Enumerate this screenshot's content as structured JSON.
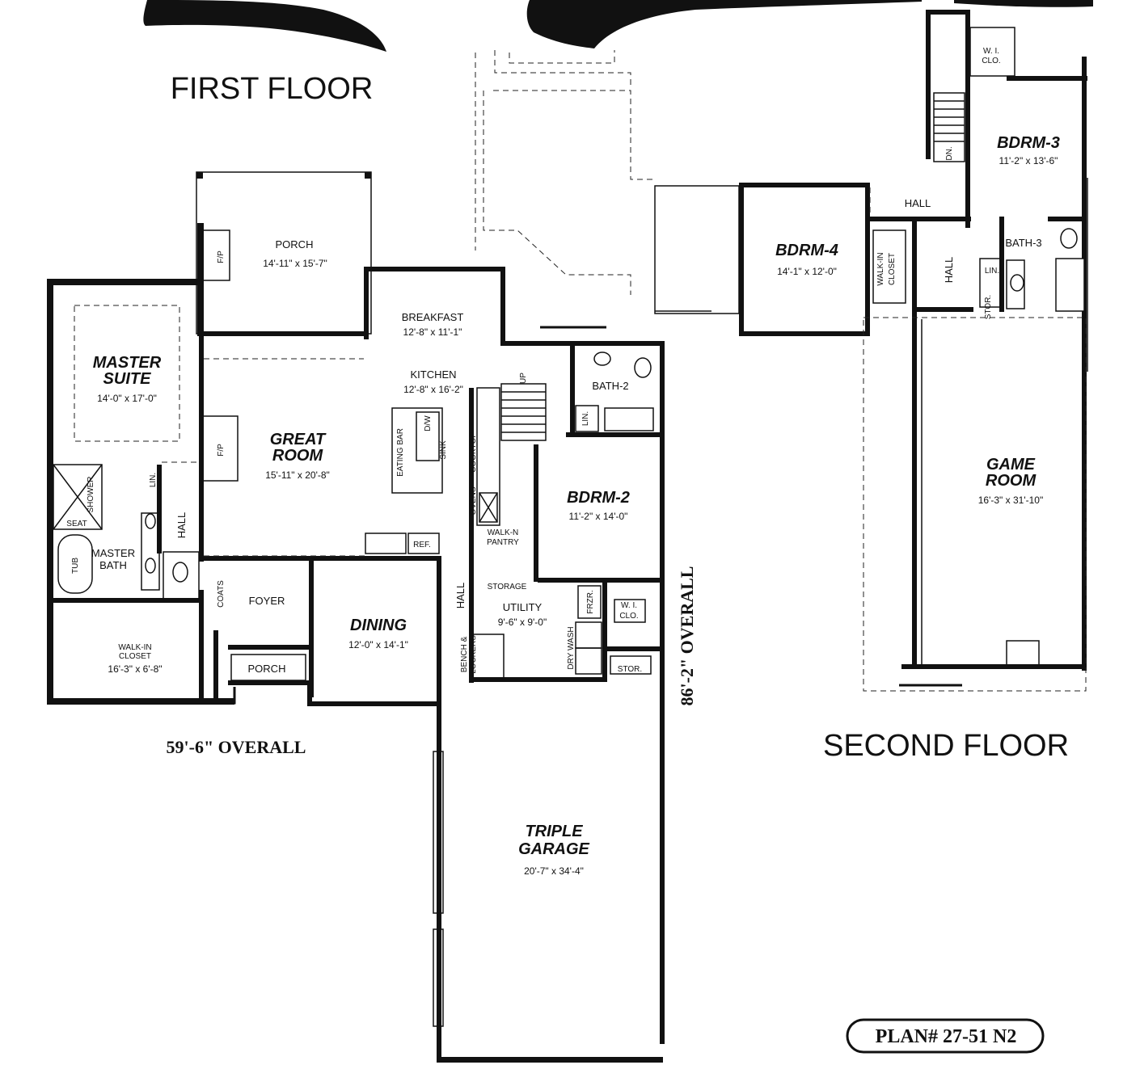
{
  "titles": {
    "first_floor": "FIRST FLOOR",
    "second_floor": "SECOND FLOOR"
  },
  "overall": {
    "width": "59'-6\"  OVERALL",
    "depth": "86'-2\"  OVERALL"
  },
  "plan_number": "PLAN# 27-51 N2",
  "rooms": {
    "porch_rear": {
      "name": "PORCH",
      "dims": "14'-11\" x 15'-7\""
    },
    "master_suite": {
      "name_1": "MASTER",
      "name_2": "SUITE",
      "dims": "14'-0\" x 17'-0\""
    },
    "great_room": {
      "name_1": "GREAT",
      "name_2": "ROOM",
      "dims": "15'-11\" x 20'-8\""
    },
    "breakfast": {
      "name": "BREAKFAST",
      "dims": "12'-8\" x 11'-1\""
    },
    "kitchen": {
      "name": "KITCHEN",
      "dims": "12'-8\" x 16'-2\""
    },
    "bath_2": {
      "name": "BATH-2"
    },
    "bdrm_2": {
      "name": "BDRM-2",
      "dims": "11'-2\" x 14'-0\""
    },
    "master_bath": {
      "name_1": "MASTER",
      "name_2": "BATH"
    },
    "walkin_master": {
      "name_1": "WALK-IN",
      "name_2": "CLOSET",
      "dims": "16'-3\" x 6'-8\""
    },
    "foyer": {
      "name": "FOYER"
    },
    "porch_front": {
      "name": "PORCH"
    },
    "dining": {
      "name": "DINING",
      "dims": "12'-0\" x 14'-1\""
    },
    "utility": {
      "name": "UTILITY",
      "dims": "9'-6\" x 9'-0\""
    },
    "walkin_pantry": {
      "name_1": "WALK-N",
      "name_2": "PANTRY"
    },
    "storage": {
      "name": "STORAGE"
    },
    "wi_clo_1": {
      "name_1": "W. I.",
      "name_2": "CLO."
    },
    "stor_1": {
      "name": "STOR."
    },
    "garage": {
      "name_1": "TRIPLE",
      "name_2": "GARAGE",
      "dims": "20'-7\" x 34'-4\""
    },
    "bdrm_3": {
      "name": "BDRM-3",
      "dims": "11'-2\" x 13'-6\""
    },
    "bdrm_4": {
      "name": "BDRM-4",
      "dims": "14'-1\" x 12'-0\""
    },
    "bath_3": {
      "name": "BATH-3"
    },
    "game_room": {
      "name_1": "GAME",
      "name_2": "ROOM",
      "dims": "16'-3\" x 31'-10\""
    },
    "hall_up": {
      "name": "HALL"
    },
    "walkin_up": {
      "name_1": "WALK-IN",
      "name_2": "CLOSET"
    },
    "wi_clo_up": {
      "name_1": "W. I.",
      "name_2": "CLO."
    }
  },
  "labels": {
    "fp": "F/P",
    "lin": "LIN.",
    "hall": "HALL",
    "shower": "SHOWER",
    "seat": "SEAT",
    "tub": "TUB",
    "coats": "COATS",
    "eating_bar": "EATING BAR",
    "dw": "D/W",
    "sink": "SINK",
    "cooktop": "COOKTOP",
    "ovens": "OVENS",
    "ref": "REF.",
    "up": "UP",
    "dn": "DN.",
    "bench_1": "BENCH &",
    "bench_2": "LOCKERS",
    "frzr": "FRZR.",
    "dry_wash": "DRY WASH",
    "stor": "STOR."
  }
}
